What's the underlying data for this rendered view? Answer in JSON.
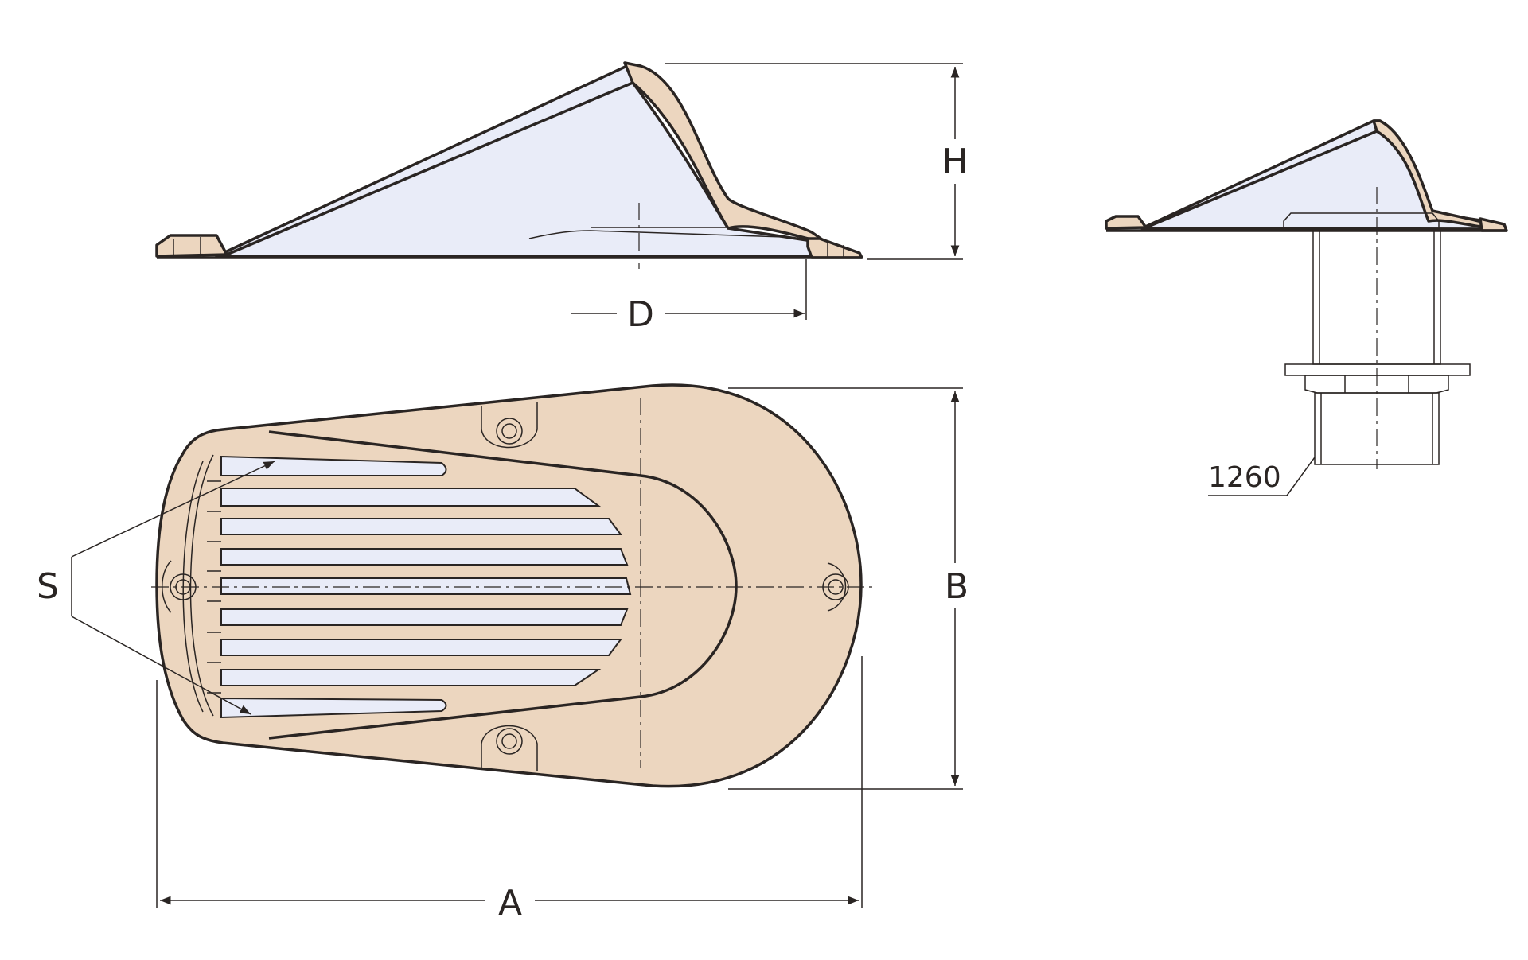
{
  "labels": {
    "H": "H",
    "D": "D",
    "S": "S",
    "B": "B",
    "A": "A",
    "part_number": "1260"
  },
  "colors": {
    "bronze": "#ecd6bf",
    "bronze_dark": "#d6b598",
    "steel": "#e9ecf8",
    "line": "#2a2523"
  }
}
